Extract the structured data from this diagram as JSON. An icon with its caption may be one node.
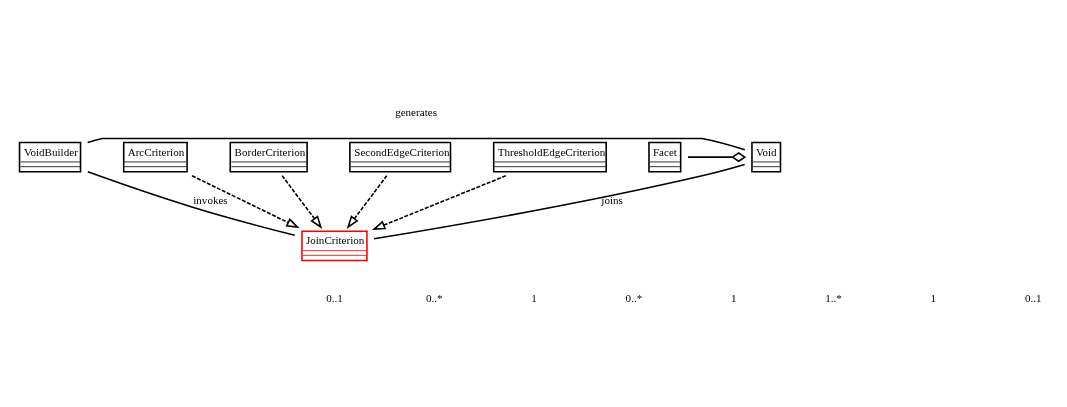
{
  "diagram": {
    "nodes": [
      {
        "text": [
          "Void"
        ]
      },
      {
        "text": [
          "VoidBuilder"
        ]
      },
      {
        "text": [
          "Facet"
        ]
      },
      {
        "text": [
          "JoinCriterion"
        ]
      },
      {
        "text": [
          "ArcCriterion"
        ]
      },
      {
        "text": [
          "BorderCriterion"
        ]
      },
      {
        "text": [
          "SecondEdgeCriterion"
        ]
      },
      {
        "text": [
          "ThresholdEdgeCriterion"
        ]
      }
    ],
    "edges": [
      {
        "from": 2,
        "to": 0,
        "arrow": "other"
      },
      {
        "from": 1,
        "to": 0,
        "arrow": "none",
        "label": "generates"
      },
      {
        "from": 3,
        "to": 0,
        "arrow": "none",
        "label": "joins"
      },
      {
        "from": 1,
        "to": 3,
        "arrow": "none",
        "label": "invokes"
      },
      {
        "from": 4,
        "to": 3,
        "arrow": "to",
        "style": "dashed"
      },
      {
        "from": 5,
        "to": 3,
        "arrow": "to",
        "style": "dashed"
      },
      {
        "from": 6,
        "to": 3,
        "arrow": "to",
        "style": "dashed"
      },
      {
        "from": 7,
        "to": 3,
        "arrow": "to",
        "style": "dashed"
      }
    ],
    "labels": [
      "0..1",
      "0..*",
      "1",
      "0..*",
      "1",
      "1..*",
      "1",
      "0..1"
    ]
  }
}
